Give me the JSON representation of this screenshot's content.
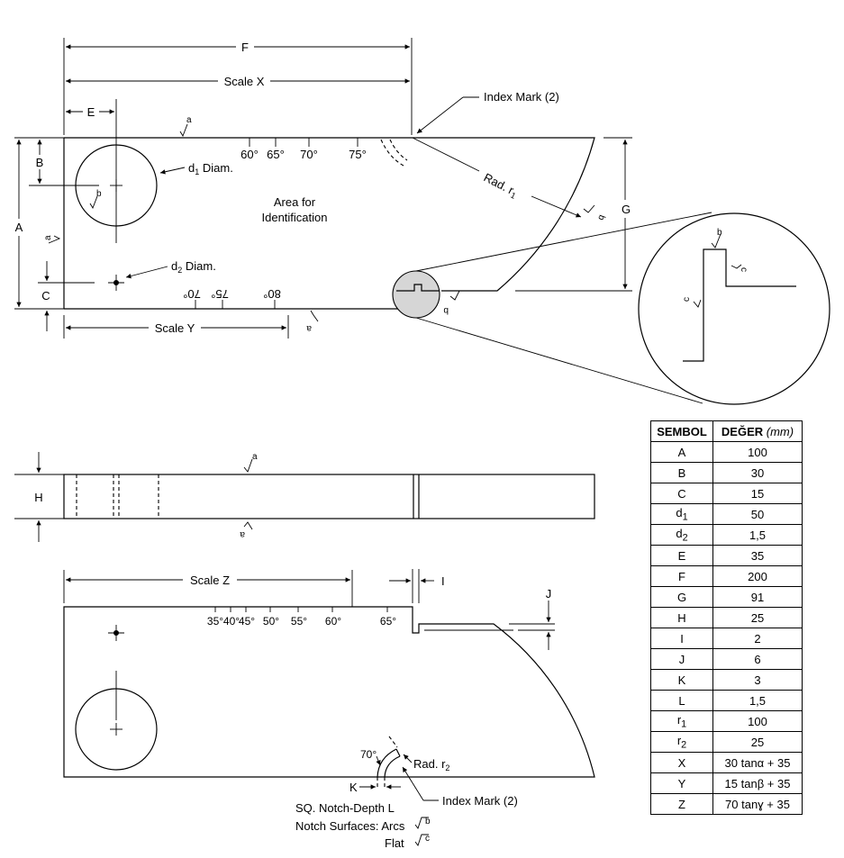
{
  "top_view": {
    "dim_F": "F",
    "dim_scale_x": "Scale X",
    "dim_E": "E",
    "index_mark": "Index Mark (2)",
    "finish_a": "a",
    "finish_b": "b",
    "dim_B": "B",
    "dim_A": "A",
    "dim_C": "C",
    "dim_G": "G",
    "d1_label": "d",
    "d1_sub": "1",
    "d1_suffix": " Diam.",
    "d2_label": "d",
    "d2_sub": "2",
    "d2_suffix": " Diam.",
    "area_line1": "Area for",
    "area_line2": "Identification",
    "rad_r1": "Rad. r",
    "rad_r1_sub": "1",
    "angles_top": [
      "60°",
      "65°",
      "70°",
      "75°"
    ],
    "angles_bottom": [
      "70°",
      "75°",
      "80°"
    ],
    "dim_scale_y": "Scale Y"
  },
  "detail": {
    "finish_b": "b",
    "finish_c1": "c",
    "finish_c2": "c"
  },
  "side_view": {
    "dim_H": "H",
    "finish_a": "a"
  },
  "bottom_view": {
    "dim_scale_z": "Scale Z",
    "dim_I": "I",
    "dim_J": "J",
    "angles": [
      "35°",
      "40°",
      "45°",
      "50°",
      "55°",
      "60°",
      "65°"
    ],
    "angle_70": "70°",
    "rad_r2": "Rad. r",
    "rad_r2_sub": "2",
    "dim_K": "K",
    "index_mark": "Index Mark (2)",
    "notch_depth": "SQ. Notch-Depth L",
    "notch_surfaces": "Notch Surfaces: Arcs",
    "flat": "Flat",
    "finish_b": "b",
    "finish_c": "c"
  },
  "table": {
    "header_symbol": "SEMBOL",
    "header_value": "DEĞER",
    "header_unit": "(mm)",
    "rows": [
      {
        "sym": "A",
        "sub": "",
        "val": "100"
      },
      {
        "sym": "B",
        "sub": "",
        "val": "30"
      },
      {
        "sym": "C",
        "sub": "",
        "val": "15"
      },
      {
        "sym": "d",
        "sub": "1",
        "val": "50"
      },
      {
        "sym": "d",
        "sub": "2",
        "val": "1,5"
      },
      {
        "sym": "E",
        "sub": "",
        "val": "35"
      },
      {
        "sym": "F",
        "sub": "",
        "val": "200"
      },
      {
        "sym": "G",
        "sub": "",
        "val": "91"
      },
      {
        "sym": "H",
        "sub": "",
        "val": "25"
      },
      {
        "sym": "I",
        "sub": "",
        "val": "2"
      },
      {
        "sym": "J",
        "sub": "",
        "val": "6"
      },
      {
        "sym": "K",
        "sub": "",
        "val": "3"
      },
      {
        "sym": "L",
        "sub": "",
        "val": "1,5"
      },
      {
        "sym": "r",
        "sub": "1",
        "val": "100"
      },
      {
        "sym": "r",
        "sub": "2",
        "val": "25"
      },
      {
        "sym": "X",
        "sub": "",
        "val": "30 tanα + 35"
      },
      {
        "sym": "Y",
        "sub": "",
        "val": "15 tanβ + 35"
      },
      {
        "sym": "Z",
        "sub": "",
        "val": "70 tanɣ + 35"
      }
    ]
  }
}
